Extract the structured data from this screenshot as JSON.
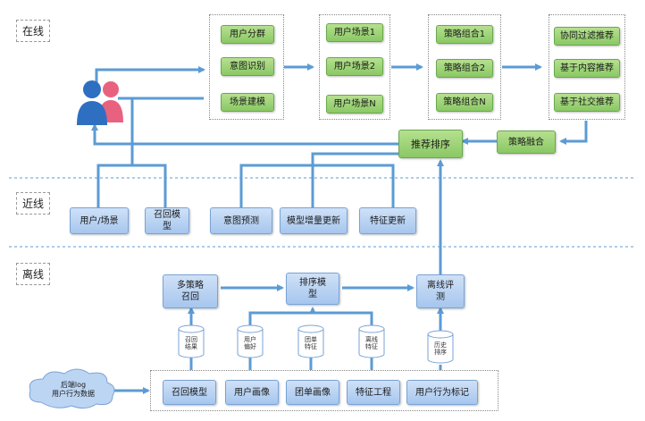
{
  "tiers": {
    "online": "在线",
    "nearline": "近线",
    "offline": "离线"
  },
  "online": {
    "segment_group": [
      "用户分群",
      "意图识别",
      "场景建模"
    ],
    "scene_group": [
      "用户场景1",
      "用户场景2",
      "用户场景N"
    ],
    "strategy_group": [
      "策略组合1",
      "策略组合2",
      "策略组合N"
    ],
    "recommend_group": [
      "协同过滤推荐",
      "基于内容推荐",
      "基于社交推荐"
    ],
    "rank": "推荐排序",
    "fusion": "策略融合"
  },
  "nearline": {
    "user_scene": "用户/场景",
    "recall_model": [
      "召回模",
      "型"
    ],
    "intent_predict": "意图预测",
    "model_update": "模型增量更新",
    "feature_update": "特征更新"
  },
  "offline": {
    "multi_recall": [
      "多策略",
      "召回"
    ],
    "rank_model": [
      "排序模",
      "型"
    ],
    "offline_eval": [
      "离线评",
      "测"
    ],
    "bottom": [
      "召回模型",
      "用户画像",
      "团单画像",
      "特征工程",
      "用户行为标记"
    ],
    "cylinders": {
      "recall_result": [
        "召回",
        "结果"
      ],
      "user_pref": [
        "用户",
        "偏好"
      ],
      "deal_feature": [
        "团单",
        "特征"
      ],
      "offline_feature": [
        "离线",
        "特征"
      ],
      "history_rank": [
        "历史",
        "排序"
      ]
    },
    "cloud": [
      "后端log",
      "用户行为数据"
    ]
  },
  "colors": {
    "arrow": "#5b9bd5",
    "green": "#8ac865",
    "blue": "#a6c6ee",
    "divider": "#5b9bd5"
  }
}
